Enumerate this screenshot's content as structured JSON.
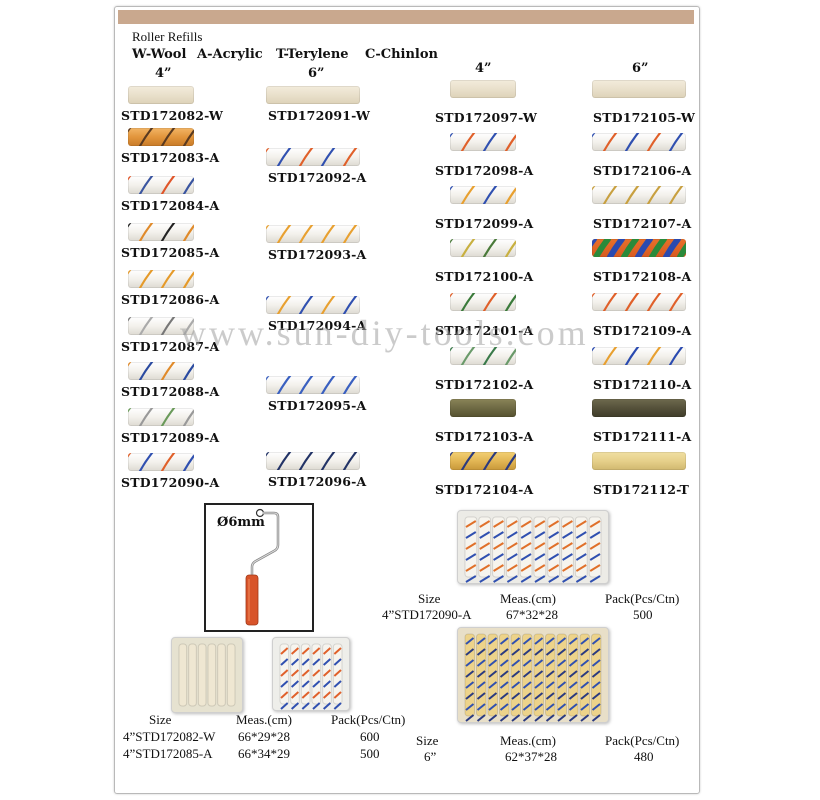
{
  "title": "Roller Refills",
  "legend": [
    "W-Wool",
    "A-Acrylic",
    "T-Terylene",
    "C-Chinlon"
  ],
  "size_headers": [
    "4”",
    "6”",
    "4”",
    "6”"
  ],
  "watermark": "www.sun-diy-tools.com",
  "columns": [
    {
      "items": [
        {
          "code": "STD172082-W",
          "fill": "wool",
          "stripes": []
        },
        {
          "code": "STD172083-A",
          "fill": "orange",
          "stripes": [
            "#5a3a20",
            "#5a3a20"
          ]
        },
        {
          "code": "STD172084-A",
          "fill": "white",
          "stripes": [
            "#e0562a",
            "#3a55a0"
          ]
        },
        {
          "code": "STD172085-A",
          "fill": "white",
          "stripes": [
            "#222222",
            "#e08a2a"
          ]
        },
        {
          "code": "STD172086-A",
          "fill": "white",
          "stripes": [
            "#e59a2a",
            "#e59a2a"
          ]
        },
        {
          "code": "STD172087-A",
          "fill": "white",
          "stripes": [
            "#777777",
            "#aaaaaa"
          ]
        },
        {
          "code": "STD172088-A",
          "fill": "white",
          "stripes": [
            "#e08a2a",
            "#2a4aa0"
          ]
        },
        {
          "code": "STD172089-A",
          "fill": "white",
          "stripes": [
            "#6a9a5a",
            "#999999"
          ]
        },
        {
          "code": "STD172090-A",
          "fill": "white",
          "stripes": [
            "#e0602a",
            "#3050b0"
          ]
        }
      ]
    },
    {
      "items": [
        {
          "code": "STD172091-W",
          "fill": "wool",
          "stripes": []
        },
        {
          "code": "STD172092-A",
          "fill": "white",
          "stripes": [
            "#e0602a",
            "#3050b0"
          ]
        },
        {
          "code": "STD172093-A",
          "fill": "white",
          "stripes": [
            "#e8a030",
            "#e8a030"
          ]
        },
        {
          "code": "STD172094-A",
          "fill": "white",
          "stripes": [
            "#3050b0",
            "#e8a030"
          ]
        },
        {
          "code": "STD172095-A",
          "fill": "white",
          "stripes": [
            "#3a60c0",
            "#3a60c0"
          ]
        },
        {
          "code": "STD172096-A",
          "fill": "white",
          "stripes": [
            "#223366",
            "#223366"
          ]
        }
      ]
    },
    {
      "items": [
        {
          "code": "STD172097-W",
          "fill": "wool",
          "stripes": []
        },
        {
          "code": "STD172098-A",
          "fill": "white",
          "stripes": [
            "#3050b0",
            "#e0602a"
          ]
        },
        {
          "code": "STD172099-A",
          "fill": "white",
          "stripes": [
            "#3050b0",
            "#e8a030"
          ]
        },
        {
          "code": "STD172100-A",
          "fill": "white",
          "stripes": [
            "#4a7a3a",
            "#c8b040"
          ]
        },
        {
          "code": "STD172101-A",
          "fill": "white",
          "stripes": [
            "#e0602a",
            "#3a7a3a"
          ]
        },
        {
          "code": "STD172102-A",
          "fill": "white",
          "stripes": [
            "#3a7a4a",
            "#6a9a6a"
          ]
        },
        {
          "code": "STD172103-A",
          "fill": "olive",
          "stripes": []
        },
        {
          "code": "STD172104-A",
          "fill": "gold",
          "stripes": [
            "#2a3a80",
            "#2a3a80"
          ]
        }
      ]
    },
    {
      "items": [
        {
          "code": "STD172105-W",
          "fill": "wool",
          "stripes": []
        },
        {
          "code": "STD172106-A",
          "fill": "white",
          "stripes": [
            "#3050b0",
            "#e0602a"
          ]
        },
        {
          "code": "STD172107-A",
          "fill": "white",
          "stripes": [
            "#c8a040",
            "#c8a040"
          ]
        },
        {
          "code": "STD172108-A",
          "fill": "multi",
          "stripes": [
            "#2a4ab0",
            "#2a8a3a"
          ]
        },
        {
          "code": "STD172109-A",
          "fill": "white",
          "stripes": [
            "#e0602a",
            "#e0602a"
          ]
        },
        {
          "code": "STD172110-A",
          "fill": "white",
          "stripes": [
            "#2a4ab0",
            "#e8a030"
          ]
        },
        {
          "code": "STD172111-A",
          "fill": "darkolive",
          "stripes": []
        },
        {
          "code": "STD172112-T",
          "fill": "yellow",
          "stripes": []
        }
      ]
    }
  ],
  "frame_label": "Ø6mm",
  "table_right_top": {
    "headers": [
      "Size",
      "Meas.(cm)",
      "Pack(Pcs/Ctn)"
    ],
    "row": [
      "4”STD172090-A",
      "67*32*28",
      "500"
    ]
  },
  "table_left_bottom": {
    "headers": [
      "Size",
      "Meas.(cm)",
      "Pack(Pcs/Ctn)"
    ],
    "rows": [
      [
        "4”STD172082-W",
        "66*29*28",
        "600"
      ],
      [
        "4”STD172085-A",
        "66*34*29",
        "500"
      ]
    ]
  },
  "table_right_bottom": {
    "headers": [
      "Size",
      "Meas.(cm)",
      "Pack(Pcs/Ctn)"
    ],
    "row": [
      "6”",
      "62*37*28",
      "480"
    ]
  }
}
